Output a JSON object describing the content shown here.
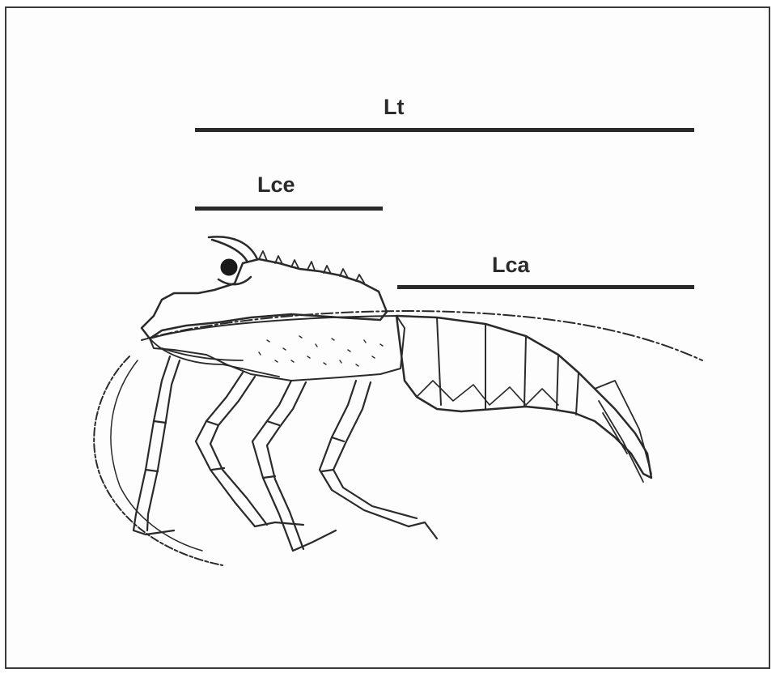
{
  "figure": {
    "labels": {
      "total_length": "Lt",
      "cephalothorax_length": "Lce",
      "abdomen_length": "Lca"
    },
    "colors": {
      "ink": "#2a2a2a",
      "frame": "#3a3a3a",
      "background": "#fdfdfd"
    },
    "illustration_subject": "lobster-line-drawing"
  }
}
